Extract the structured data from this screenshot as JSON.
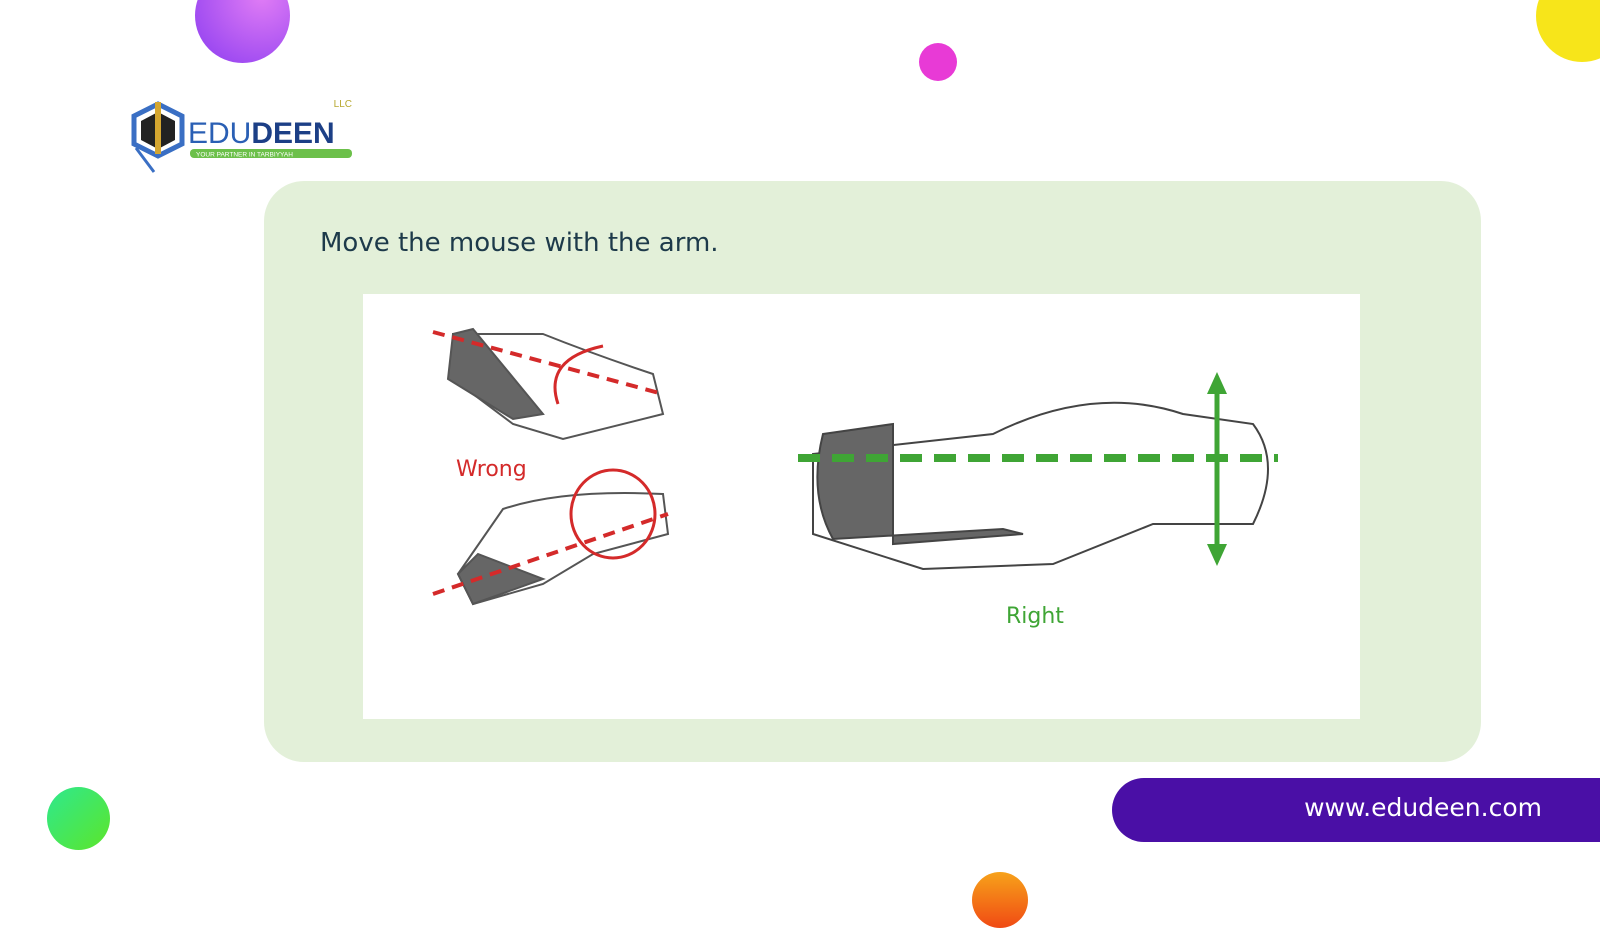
{
  "logo": {
    "name": "EDUDEEN",
    "edu": "EDU",
    "deen": "DEEN",
    "llc": "LLC",
    "tagline": "YOUR PARTNER IN TARBIYYAH"
  },
  "slide": {
    "title": "Move the mouse with the arm."
  },
  "illustration": {
    "wrong_label": "Wrong",
    "right_label": "Right"
  },
  "footer": {
    "url": "www.edudeen.com"
  },
  "colors": {
    "card": "#e3f0d9",
    "footer": "#4a0fa6",
    "wrong": "#d42a2a",
    "right": "#3fa535"
  }
}
